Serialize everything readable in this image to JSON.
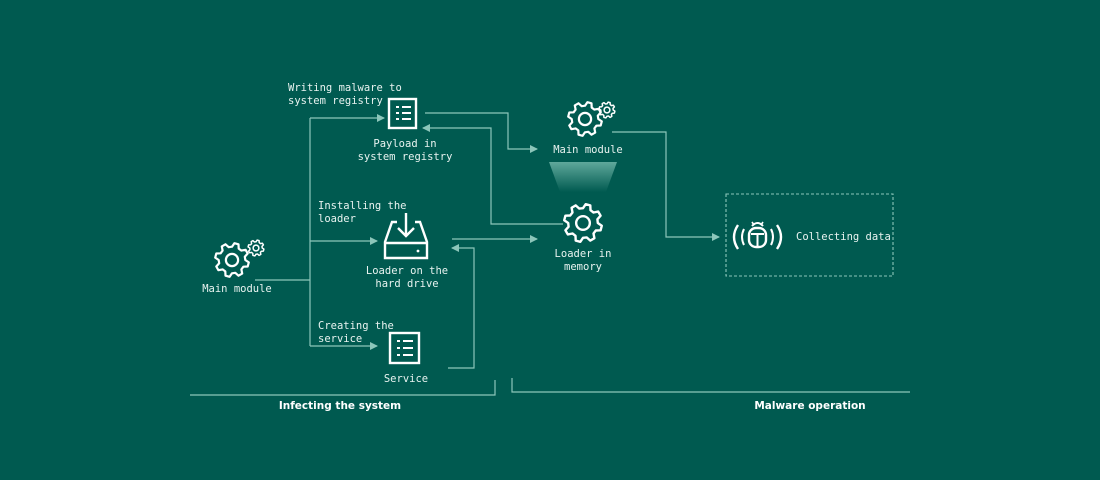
{
  "nodes": {
    "main_module_left": "Main module",
    "writing_malware": [
      "Writing malware to",
      "system registry"
    ],
    "payload_registry": [
      "Payload in",
      "system registry"
    ],
    "installing_loader": [
      "Installing the",
      "loader"
    ],
    "loader_hard_drive": [
      "Loader on the",
      "hard drive"
    ],
    "creating_service": [
      "Creating the",
      "service"
    ],
    "service": "Service",
    "main_module_right": "Main module",
    "loader_memory": [
      "Loader in",
      "memory"
    ],
    "collecting_data": "Collecting data"
  },
  "phases": {
    "infecting": "Infecting the system",
    "operation": "Malware operation"
  },
  "colors": {
    "background": "#005a50",
    "line": "#8cc6ba",
    "icon": "#ffffff"
  }
}
